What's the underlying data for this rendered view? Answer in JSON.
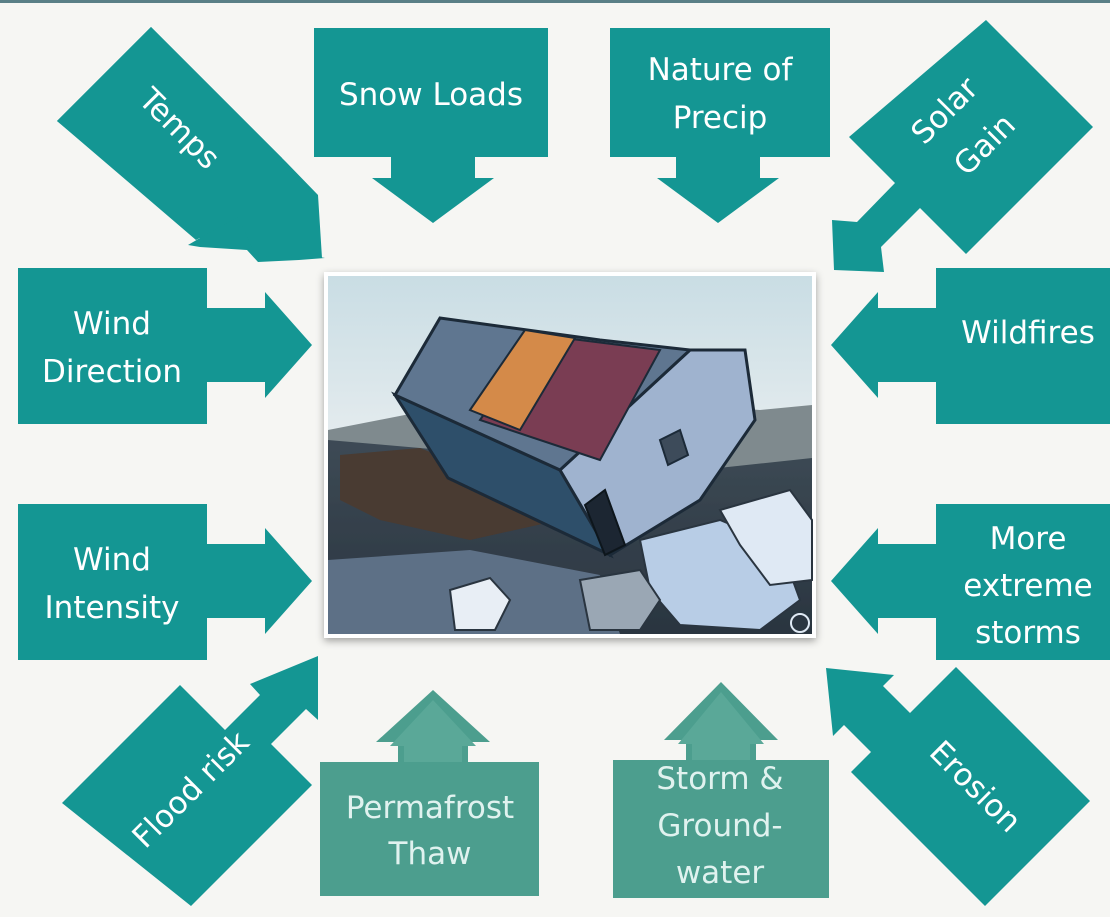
{
  "colors": {
    "arrow": "#149693",
    "arrow_muted": "#4c9e8e",
    "label_text": "#ffffff",
    "label_text_muted": "#e0f2ef",
    "background": "#f6f6f3",
    "top_rule": "#5a7f86"
  },
  "center": {
    "photo_subject": "house tilted and collapsing into eroded permafrost ground"
  },
  "factors": {
    "temps": "Temps",
    "snow_loads": "Snow Loads",
    "nature_of_precip": [
      "Nature of",
      "Precip"
    ],
    "solar_gain": [
      "Solar",
      "Gain"
    ],
    "wind_direction": [
      "Wind",
      "Direction"
    ],
    "wildfires": "Wildfires",
    "wind_intensity": [
      "Wind",
      "Intensity"
    ],
    "more_extreme_storms": [
      "More",
      "extreme",
      "storms"
    ],
    "flood_risk": "Flood risk",
    "permafrost_thaw": [
      "Permafrost",
      "Thaw"
    ],
    "storm_groundwater": [
      "Storm &",
      "Ground-",
      "water"
    ],
    "erosion": "Erosion"
  }
}
